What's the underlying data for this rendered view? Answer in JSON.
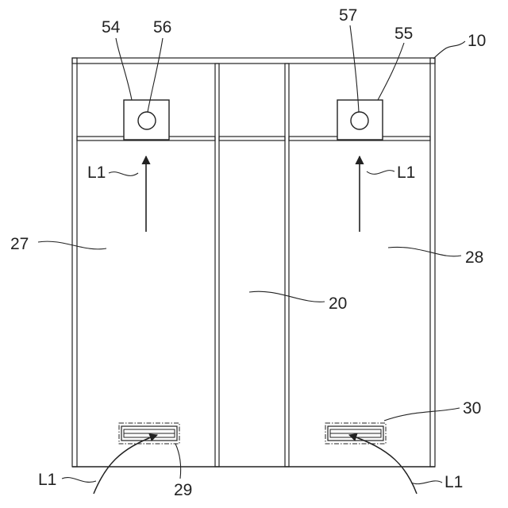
{
  "reference_numerals": {
    "housing": "10",
    "center_section": "20",
    "left_chamber": "27",
    "right_chamber": "28",
    "left_inlet": "29",
    "right_inlet": "30",
    "left_module": "54",
    "right_module": "55",
    "left_port": "56",
    "right_port": "57"
  },
  "flow_labels": {
    "left_upper": "L1",
    "right_upper": "L1",
    "left_lower": "L1",
    "right_lower": "L1"
  },
  "colors": {
    "line": "#222222",
    "background": "#ffffff"
  }
}
